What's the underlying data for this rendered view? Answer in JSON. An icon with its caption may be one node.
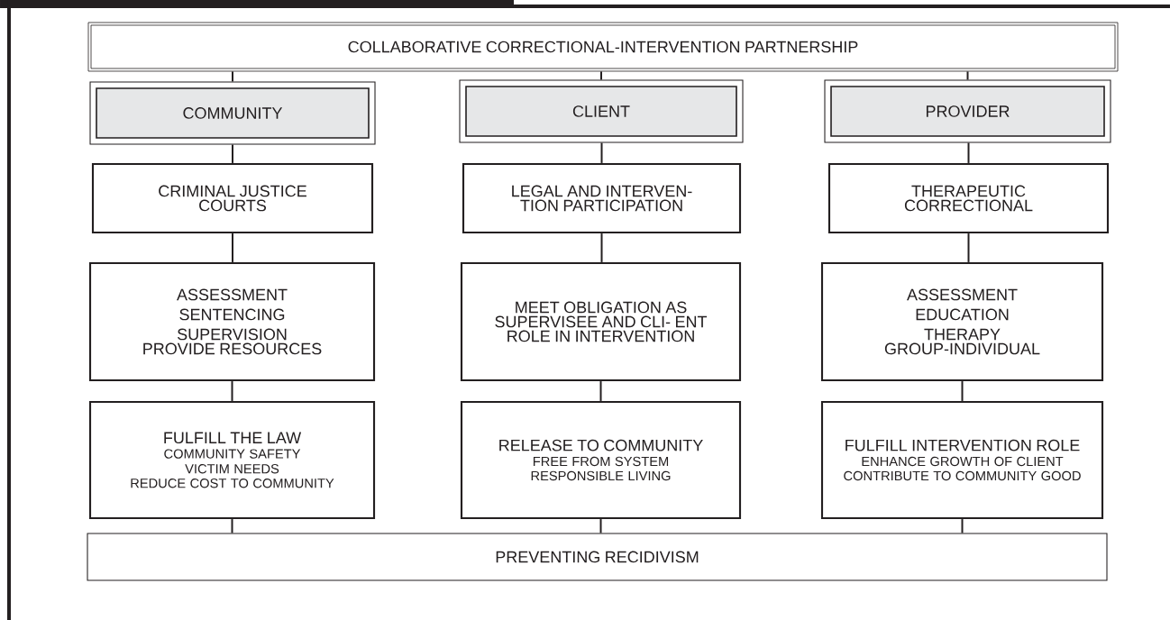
{
  "diagram": {
    "nodes": [
      {
        "text": [
          "COLLABORATIVE CORRECTIONAL-INTERVENTION PARTNERSHIP"
        ]
      },
      {
        "text": [
          "COMMUNITY"
        ]
      },
      {
        "text": [
          "CLIENT"
        ]
      },
      {
        "text": [
          "PROVIDER"
        ]
      },
      {
        "text": [
          "CRIMINAL JUSTICE",
          "COURTS"
        ]
      },
      {
        "text": [
          "LEGAL AND INTERVEN- TION PARTICIPATION"
        ]
      },
      {
        "text": [
          "THERAPEUTIC",
          "CORRECTIONAL"
        ]
      },
      {
        "text": [
          "ASSESSMENT",
          "SENTENCING",
          "SUPERVISION",
          "PROVIDE RESOURCES"
        ]
      },
      {
        "text": [
          "MEET OBLIGATION AS SUPERVISEE AND CLI- ENT ROLE IN INTERVENTION"
        ]
      },
      {
        "text": [
          "ASSESSMENT",
          "EDUCATION",
          "THERAPY",
          "GROUP-INDIVIDUAL"
        ]
      },
      {
        "text": [
          "FULFILL THE LAW",
          "COMMUNITY SAFETY",
          "VICTIM NEEDS",
          "REDUCE COST TO COMMUNITY"
        ]
      },
      {
        "text": [
          "RELEASE TO COMMUNITY",
          "FREE FROM SYSTEM",
          "RESPONSIBLE LIVING"
        ]
      },
      {
        "text": [
          "FULFILL INTERVENTION ROLE",
          "ENHANCE GROWTH OF CLIENT",
          "CONTRIBUTE TO COMMUNITY GOOD"
        ]
      },
      {
        "text": [
          "PREVENTING RECIDIVISM"
        ]
      }
    ],
    "edges": [
      {
        "from": 0,
        "to": 1,
        "arrow": "none"
      },
      {
        "from": 0,
        "to": 2,
        "arrow": "none"
      },
      {
        "from": 0,
        "to": 3,
        "arrow": "none"
      },
      {
        "from": 1,
        "to": 4,
        "arrow": "none"
      },
      {
        "from": 2,
        "to": 5,
        "arrow": "none"
      },
      {
        "from": 3,
        "to": 6,
        "arrow": "none"
      },
      {
        "from": 4,
        "to": 7,
        "arrow": "none"
      },
      {
        "from": 5,
        "to": 8,
        "arrow": "none"
      },
      {
        "from": 6,
        "to": 9,
        "arrow": "none"
      },
      {
        "from": 7,
        "to": 10,
        "arrow": "none"
      },
      {
        "from": 8,
        "to": 11,
        "arrow": "none"
      },
      {
        "from": 9,
        "to": 12,
        "arrow": "none"
      },
      {
        "from": 10,
        "to": 13,
        "arrow": "none"
      },
      {
        "from": 11,
        "to": 13,
        "arrow": "none"
      },
      {
        "from": 12,
        "to": 13,
        "arrow": "none"
      }
    ]
  }
}
